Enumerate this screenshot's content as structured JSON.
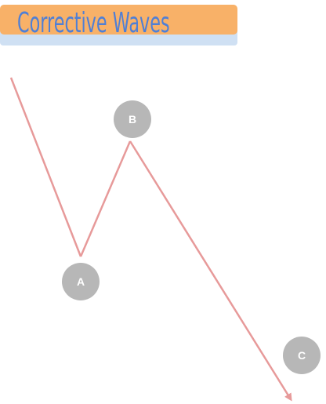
{
  "title": {
    "text": "Corrective Waves",
    "text_color": "#4f7fd6",
    "banner_color": "#f8b168",
    "banner_shadow_color": "#cfe0f3"
  },
  "wave": {
    "line_color": "#e79a9a",
    "node_color": "#b7b7b7",
    "node_text_color": "#ffffff",
    "labels": [
      "A",
      "B",
      "C"
    ],
    "arrow": "arrow-down-right-icon"
  }
}
